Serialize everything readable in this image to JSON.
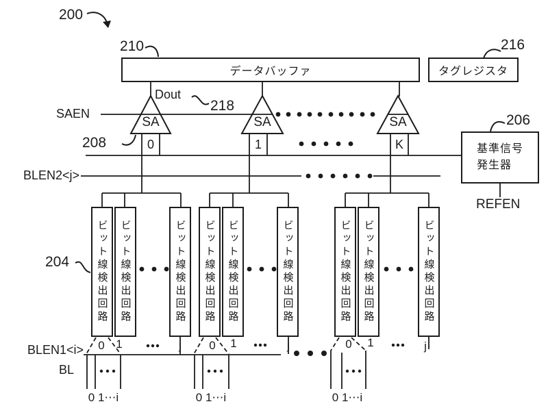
{
  "figure": {
    "ref": "200"
  },
  "buffer": {
    "title": "データバッファ",
    "ref": "210"
  },
  "tag_register": {
    "title": "タグレジスタ",
    "ref": "216"
  },
  "ref_signal_generator": {
    "title_line1": "基準信号",
    "title_line2": "発生器",
    "ref": "206",
    "enable_signal": "REFEN"
  },
  "sense_amp": {
    "label": "SA",
    "ref": "208",
    "enable_signal": "SAEN",
    "output_signal": "Dout",
    "output_ref": "218",
    "indices": [
      "0",
      "1",
      "K"
    ]
  },
  "detector": {
    "label": "ビット線検出回路",
    "ref": "204"
  },
  "signals": {
    "blen2": "BLEN2<j>",
    "blen1": "BLEN1<i>",
    "bl": "BL"
  },
  "indices": {
    "first": "0",
    "second": "1",
    "ellipsis": "⋯",
    "last": "j"
  },
  "bitline_index_row": "0 1⋯i",
  "colors": {
    "line": "#1c1c1c",
    "background": "#ffffff"
  }
}
